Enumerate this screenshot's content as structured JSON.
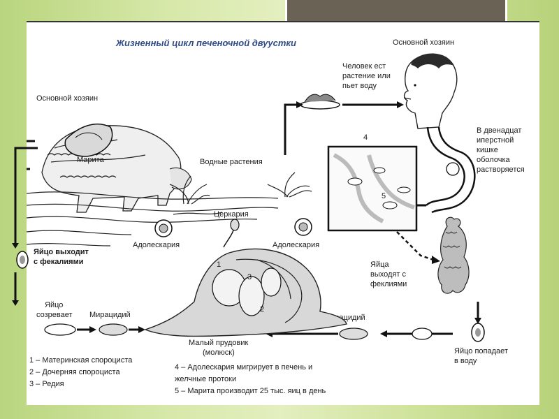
{
  "title": "Жизненный цикл печеночной двуустки",
  "labels": {
    "host_left": "Основной хозяин",
    "host_right": "Основной хозяин",
    "marita": "Марита",
    "water_plants": "Водные растения",
    "cercaria": "Церкария",
    "adolescaria_left": "Адолескария",
    "adolescaria_right": "Адолескария",
    "egg_exits": [
      "Яйцо выходит",
      "с фекалиями"
    ],
    "egg_matures": [
      "Яйцо",
      "созревает"
    ],
    "miracidium_left": "Мирацидий",
    "miracidium_right": "Мирацидий",
    "snail": [
      "Малый прудовик",
      "(молюск)"
    ],
    "human_eats": [
      "Человек ест",
      "растение или",
      "пьет воду"
    ],
    "duodenum": [
      "В двенадцат",
      "иперстной",
      "кишке",
      "оболочка",
      "растворяется"
    ],
    "eggs_exit": [
      "Яйца",
      "выходят с",
      "феклиями"
    ],
    "egg_water": [
      "Яйцо попадает",
      "в воду"
    ],
    "num_1": "1",
    "num_2": "2",
    "num_3": "3",
    "num_4": "4",
    "num_5": "5"
  },
  "legend_left": [
    "1 – Материнская спороциста",
    "2 –  Дочерняя спороциста",
    "3 – Редия"
  ],
  "legend_right": [
    "4 – Адолескария мигрирует в печень и",
    "желчные протоки",
    "5 – Марита производит 25 тыс. яиц в день"
  ]
}
